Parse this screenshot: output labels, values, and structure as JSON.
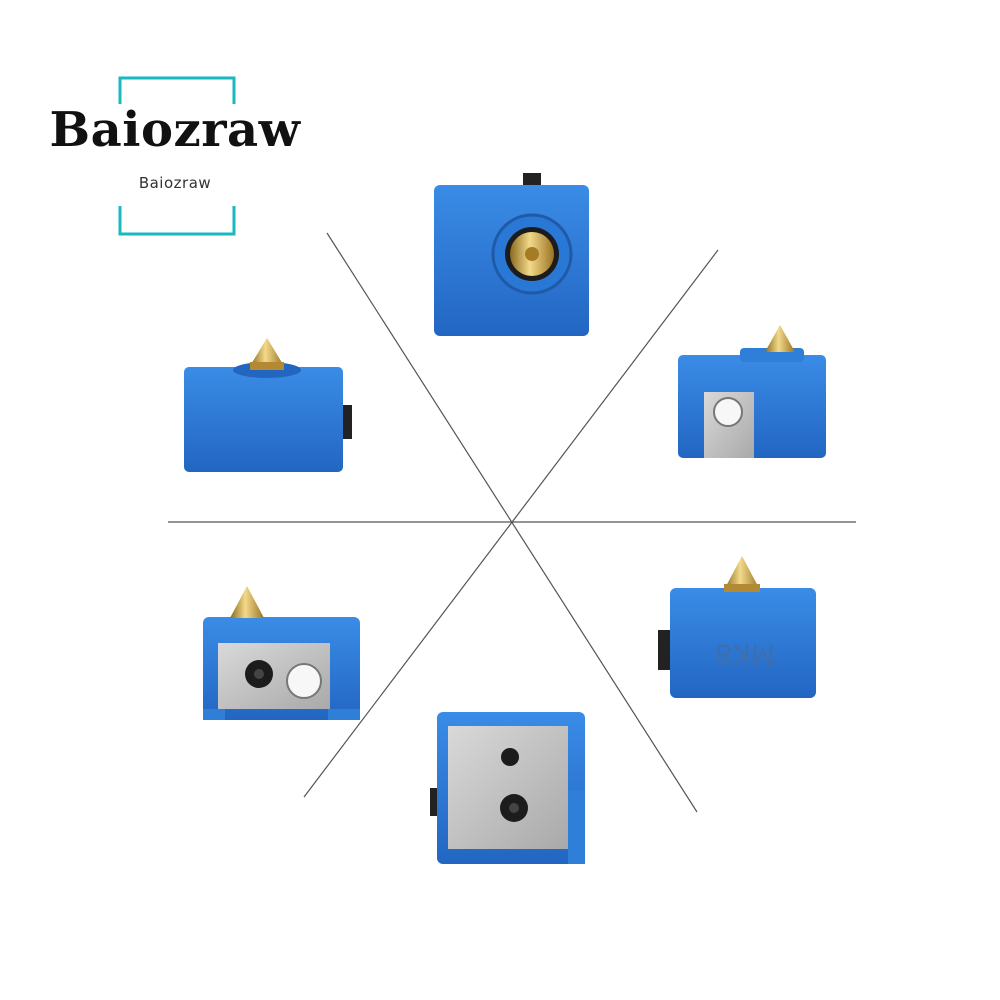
{
  "brand": {
    "name": "Baiozraw",
    "subtitle": "Baiozraw",
    "frame_color": "#1ab9bf"
  },
  "product": {
    "marking": "MK8",
    "sock_color": "#2f7fd8",
    "nozzle_color": "#c9a040",
    "block_color": "#c8c8c8"
  },
  "views": [
    {
      "name": "front-with-nozzle-face"
    },
    {
      "name": "side-with-nozzle-hole-view"
    },
    {
      "name": "side-with-marking"
    },
    {
      "name": "bottom-block-view"
    },
    {
      "name": "front-block-view"
    },
    {
      "name": "top-nozzle-view"
    }
  ]
}
